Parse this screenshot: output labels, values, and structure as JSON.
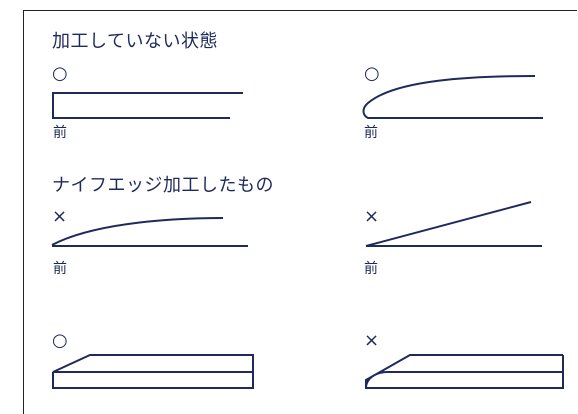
{
  "headings": {
    "unprocessed": "加工していない状態",
    "knife_edge": "ナイフエッジ加工したもの"
  },
  "marks": {
    "good": "○",
    "bad": "×"
  },
  "front_label": "前"
}
